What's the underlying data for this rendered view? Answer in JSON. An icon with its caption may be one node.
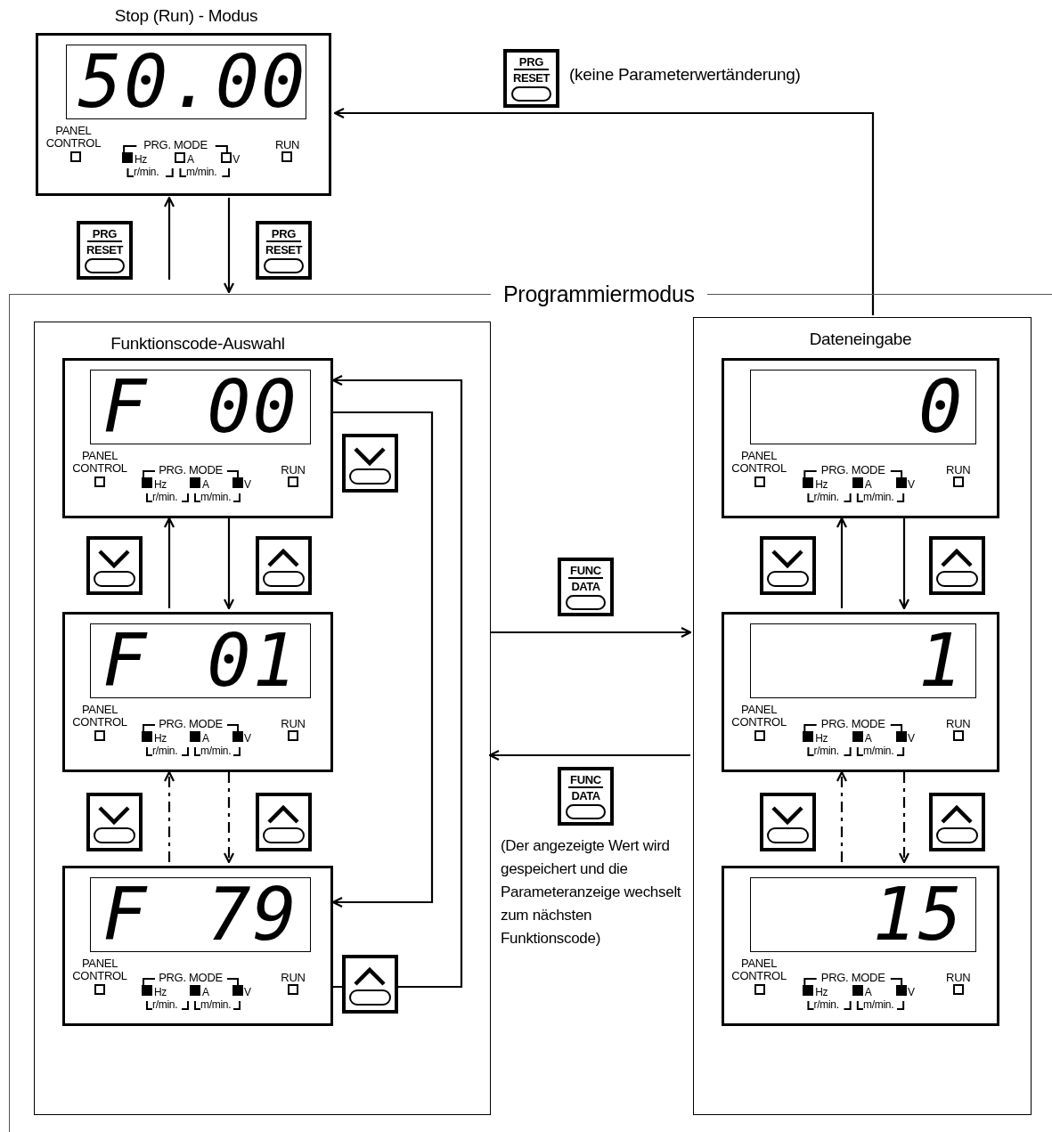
{
  "diagram": {
    "nodes": [
      {
        "text": [
          "Programmiermodus"
        ]
      },
      {
        "text": [
          "Stop (Run) - Modus",
          "50.00",
          "PANEL CONTROL",
          "PRG. MODE",
          "Hz",
          "A",
          "V",
          "r/min.",
          "m/min.",
          "RUN"
        ]
      },
      {
        "text": [
          "PRG",
          "RESET"
        ]
      },
      {
        "text": [
          "PRG",
          "RESET"
        ]
      },
      {
        "text": [
          "PRG",
          "RESET"
        ],
        "beside": [
          "(keine Parameterwertänderung)"
        ]
      },
      {
        "text": [
          "Funktionscode-Auswahl"
        ],
        "in": 0
      },
      {
        "text": [
          "F 00",
          "PANEL CONTROL",
          "PRG. MODE",
          "Hz",
          "A",
          "V",
          "r/min.",
          "m/min.",
          "RUN"
        ],
        "in": 5
      },
      {
        "text": [
          "F 01",
          "PANEL CONTROL",
          "PRG. MODE",
          "Hz",
          "A",
          "V",
          "r/min.",
          "m/min.",
          "RUN"
        ],
        "in": 5
      },
      {
        "text": [
          "F 79",
          "PANEL CONTROL",
          "PRG. MODE",
          "Hz",
          "A",
          "V",
          "r/min.",
          "m/min.",
          "RUN"
        ],
        "in": 5
      },
      {
        "text": [
          "FUNC",
          "DATA"
        ],
        "in": 0
      },
      {
        "text": [
          "FUNC",
          "DATA"
        ],
        "in": 0,
        "beside": [
          "(Der angezeigte Wert wird gespeichert und die Parameteranzeige wechselt zum nächsten Funktionscode)"
        ]
      },
      {
        "text": [
          "Dateneingabe"
        ],
        "in": 0
      },
      {
        "text": [
          "0",
          "PANEL CONTROL",
          "PRG. MODE",
          "Hz",
          "A",
          "V",
          "r/min.",
          "m/min.",
          "RUN"
        ],
        "in": 11
      },
      {
        "text": [
          "1",
          "PANEL CONTROL",
          "PRG. MODE",
          "Hz",
          "A",
          "V",
          "r/min.",
          "m/min.",
          "RUN"
        ],
        "in": 11
      },
      {
        "text": [
          "15",
          "PANEL CONTROL",
          "PRG. MODE",
          "Hz",
          "A",
          "V",
          "r/min.",
          "m/min.",
          "RUN"
        ],
        "in": 11
      }
    ],
    "edges": [
      {
        "from": 0,
        "to": 1,
        "arrow": "to"
      },
      {
        "from": 1,
        "to": 0,
        "arrow": "to"
      },
      {
        "from": 11,
        "to": 1,
        "arrow": "to"
      },
      {
        "from": 6,
        "to": 7,
        "arrow": "to"
      },
      {
        "from": 7,
        "to": 6,
        "arrow": "to"
      },
      {
        "from": 7,
        "to": 8,
        "arrow": "to",
        "style": "dashed"
      },
      {
        "from": 8,
        "to": 7,
        "arrow": "to",
        "style": "dashed"
      },
      {
        "from": 6,
        "to": 8,
        "arrow": "to"
      },
      {
        "from": 8,
        "to": 6,
        "arrow": "to"
      },
      {
        "from": 5,
        "to": 11,
        "arrow": "to"
      },
      {
        "from": 11,
        "to": 5,
        "arrow": "to"
      },
      {
        "from": 12,
        "to": 13,
        "arrow": "to"
      },
      {
        "from": 13,
        "to": 12,
        "arrow": "to"
      },
      {
        "from": 13,
        "to": 14,
        "arrow": "to",
        "style": "dashed"
      },
      {
        "from": 14,
        "to": 13,
        "arrow": "to",
        "style": "dashed"
      }
    ]
  }
}
